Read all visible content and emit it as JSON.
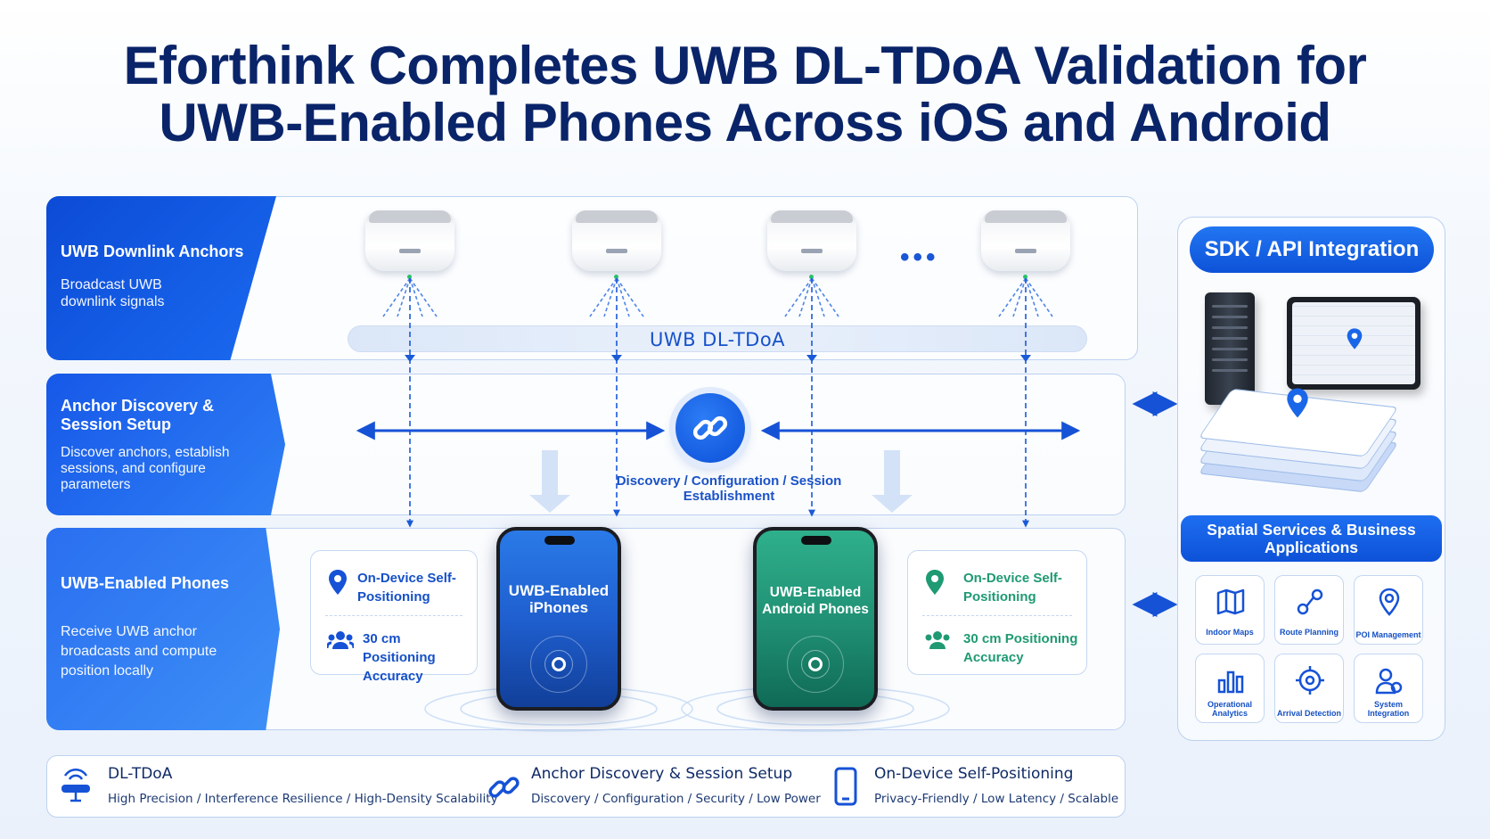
{
  "title": {
    "line1": "Eforthink Completes UWB DL-TDoA Validation for",
    "line2": "UWB-Enabled Phones Across iOS and Android"
  },
  "rows": {
    "anchors": {
      "heading": "UWB Downlink Anchors",
      "desc": "Broadcast UWB downlink signals"
    },
    "discovery": {
      "heading": "Anchor Discovery & Session Setup",
      "desc": "Discover anchors, establish sessions, and configure parameters"
    },
    "phones": {
      "heading": "UWB-Enabled Phones",
      "desc": "Receive UWB anchor broadcasts and compute position locally"
    }
  },
  "tdoa_bar_label": "UWB DL-TDoA",
  "ellipsis": "•••",
  "discovery_caption": "Discovery / Configuration / Session Establishment",
  "card_left": {
    "item1": "On-Device Self-Positioning",
    "item2": "30 cm Positioning Accuracy"
  },
  "card_right": {
    "item1": "On-Device Self-Positioning",
    "item2": "30 cm Positioning Accuracy"
  },
  "phone_ios_label": "UWB-Enabled iPhones",
  "phone_android_label": "UWB-Enabled Android Phones",
  "right_panel": {
    "sdk_title": "SDK / API Integration",
    "services_title": "Spatial Services & Business Applications",
    "tiles": [
      {
        "label": "Indoor Maps",
        "icon": "map-icon"
      },
      {
        "label": "Route Planning",
        "icon": "route-icon"
      },
      {
        "label": "POI Management",
        "icon": "poi-icon"
      },
      {
        "label": "Operational Analytics",
        "icon": "bar-chart-icon"
      },
      {
        "label": "Arrival Detection",
        "icon": "target-icon"
      },
      {
        "label": "System Integration",
        "icon": "users-icon"
      }
    ]
  },
  "features": [
    {
      "title": "DL-TDoA",
      "subtitle": "High Precision / Interference Resilience / High-Density Scalability",
      "icon": "anchor-device-icon"
    },
    {
      "title": "Anchor Discovery & Session Setup",
      "subtitle": "Discovery / Configuration / Security / Low Power",
      "icon": "link-icon"
    },
    {
      "title": "On-Device Self-Positioning",
      "subtitle": "Privacy-Friendly / Low Latency / Scalable",
      "icon": "smartphone-icon"
    }
  ],
  "colors": {
    "title": "#0a2469",
    "primary_blue": "#0d52d8",
    "ios_phone": "#1f5fcf",
    "android_phone": "#1f8e72",
    "android_text": "#1f9a72"
  }
}
